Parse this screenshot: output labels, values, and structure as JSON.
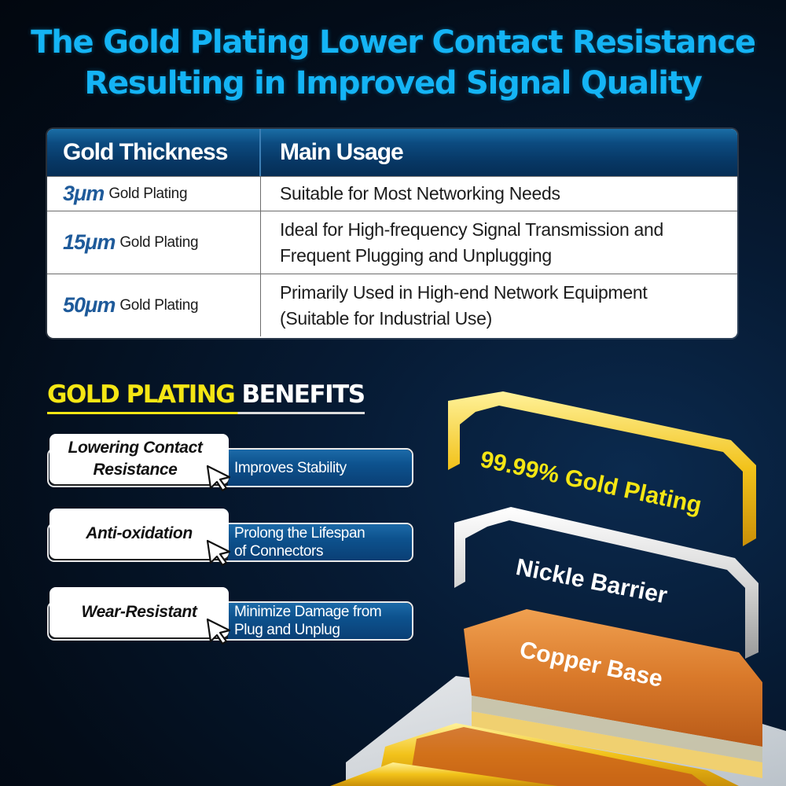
{
  "headline": {
    "line1": "The Gold Plating Lower Contact Resistance",
    "line2": "Resulting in Improved Signal Quality",
    "color": "#14b4f5"
  },
  "spec_table": {
    "headers": [
      "Gold Thickness",
      "Main Usage"
    ],
    "header_color": "#0c4b80",
    "rows": [
      {
        "thickness": "3μm",
        "thickness_suffix": "Gold Plating",
        "usage_line1": "Suitable for Most Networking Needs",
        "usage_line2": ""
      },
      {
        "thickness": "15μm",
        "thickness_suffix": "Gold Plating",
        "usage_line1": "Ideal for High-frequency Signal Transmission and",
        "usage_line2": "Frequent Plugging and Unplugging"
      },
      {
        "thickness": "50μm",
        "thickness_suffix": "Gold Plating",
        "usage_line1": "Primarily Used in High-end Network Equipment",
        "usage_line2": "(Suitable for Industrial Use)"
      }
    ]
  },
  "benefits": {
    "title_highlight": "GOLD PLATING",
    "title_rest": "BENEFITS",
    "highlight_color": "#f5e614",
    "items": [
      {
        "name_line1": "Lowering Contact",
        "name_line2": "Resistance",
        "desc_line1": "Improves Stability",
        "desc_line2": "",
        "icon": "cursor-arrow-icon"
      },
      {
        "name_line1": "Anti-oxidation",
        "name_line2": "",
        "desc_line1": "Prolong the Lifespan",
        "desc_line2": "of Connectors",
        "icon": "cursor-arrow-icon"
      },
      {
        "name_line1": "Wear-Resistant",
        "name_line2": "",
        "desc_line1": "Minimize Damage from",
        "desc_line2": "Plug and Unplug",
        "icon": "cursor-arrow-icon"
      }
    ]
  },
  "illustration": {
    "layers": [
      {
        "label": "99.99% Gold Plating",
        "color": "#f2c21a"
      },
      {
        "label": "Nickle Barrier",
        "color": "#c9c9c9"
      },
      {
        "label": "Copper Base",
        "color": "#d9792a"
      }
    ]
  }
}
